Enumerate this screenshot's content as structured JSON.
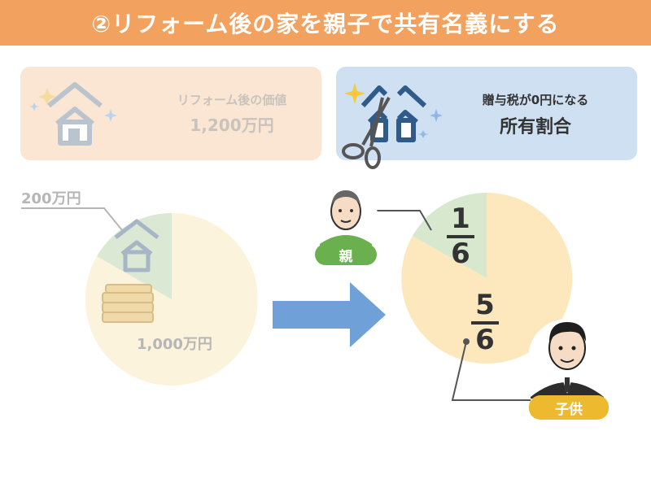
{
  "title": "②リフォーム後の家を親子で共有名義にする",
  "left_panel": {
    "label": "リフォーム後の価値",
    "value": "1,200万円"
  },
  "right_panel": {
    "label": "贈与税が0円になる",
    "value": "所有割合"
  },
  "before_chart": {
    "slices": [
      {
        "label": "200万円",
        "value": 200,
        "color": "#dbe8d3"
      },
      {
        "label": "1,000万円",
        "value": 1000,
        "color": "#fbf3dc"
      }
    ]
  },
  "after_chart": {
    "parent_share": {
      "numerator": "1",
      "denominator": "6",
      "value": 1,
      "color": "#d7e8cf"
    },
    "child_share": {
      "numerator": "5",
      "denominator": "6",
      "value": 5,
      "color": "#fde8bd"
    }
  },
  "people": {
    "parent_label": "親",
    "child_label": "子供"
  },
  "colors": {
    "title_bar": "#f2a15e",
    "arrow": "#6fa1d8",
    "parent_badge": "#6bb04f",
    "child_badge": "#edb92e"
  },
  "icons": [
    "house-icon",
    "cut-house-icon",
    "scissors-icon",
    "money-stack-icon",
    "arrow-right-icon",
    "parent-avatar-icon",
    "child-avatar-icon",
    "sparkle-icon"
  ]
}
